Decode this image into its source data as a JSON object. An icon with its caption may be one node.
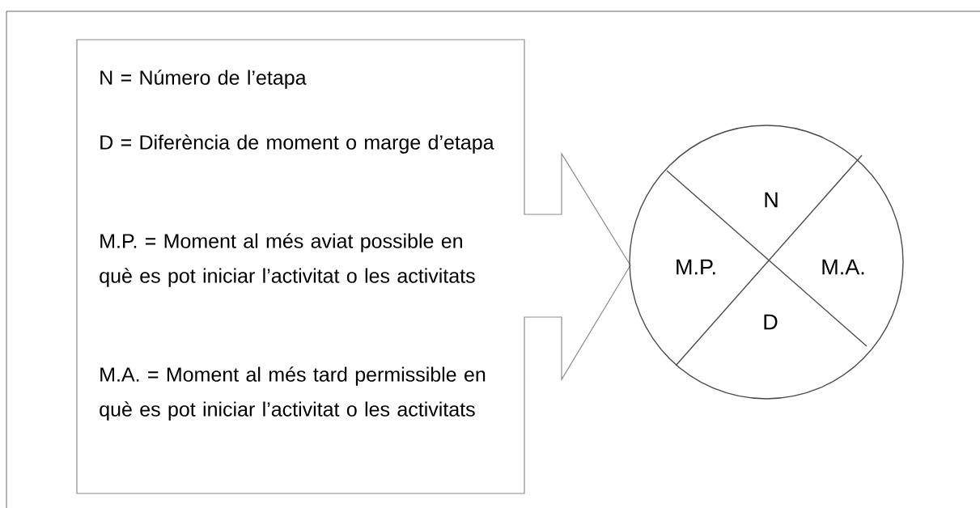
{
  "diagram": {
    "nodes": [
      {
        "text": [
          "N = Número de l’etapa",
          "D = Diferència de moment o marge d’etapa",
          "M.P. = Moment al més aviat possible en què es pot iniciar l’activitat o les activitats",
          "M.A. = Moment al més tard permissible en què es pot iniciar l’activitat o les activitats"
        ]
      },
      {
        "text": [
          "N",
          "M.P.",
          "M.A.",
          "D"
        ]
      }
    ]
  }
}
